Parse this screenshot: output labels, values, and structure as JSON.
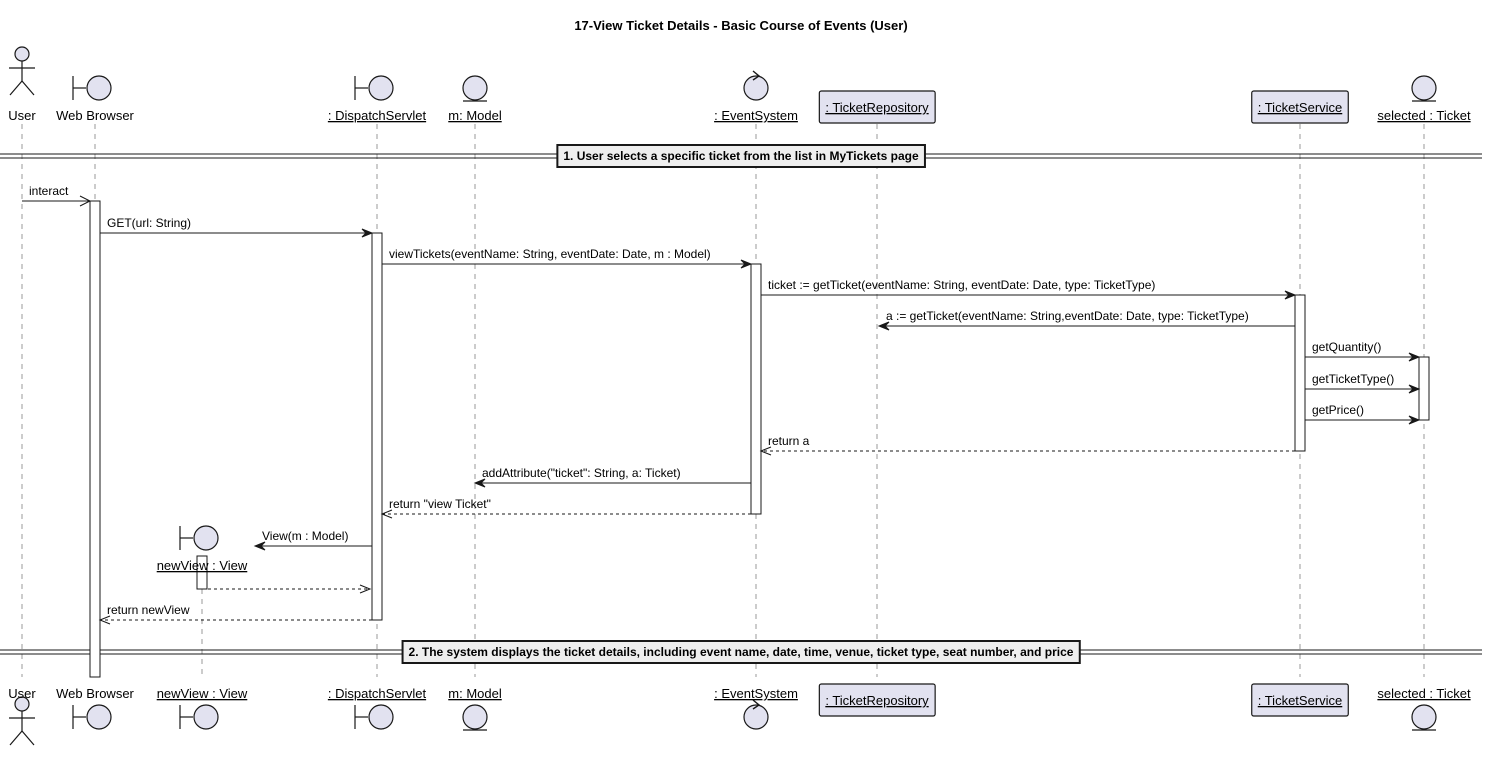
{
  "title": "17-View Ticket Details - Basic Course of Events (User)",
  "participants": [
    {
      "id": "user",
      "label": "User",
      "kind": "actor",
      "underline": false
    },
    {
      "id": "browser",
      "label": "Web Browser",
      "kind": "boundary",
      "underline": false
    },
    {
      "id": "view",
      "label": "newView : View",
      "kind": "boundary",
      "underline": true
    },
    {
      "id": "dispatch",
      "label": ": DispatchServlet",
      "kind": "boundary",
      "underline": true
    },
    {
      "id": "model",
      "label": "m: Model",
      "kind": "entity",
      "underline": true
    },
    {
      "id": "eventsys",
      "label": ": EventSystem",
      "kind": "control",
      "underline": true
    },
    {
      "id": "repo",
      "label": ": TicketRepository",
      "kind": "participant",
      "underline": true
    },
    {
      "id": "service",
      "label": ": TicketService",
      "kind": "participant",
      "underline": true
    },
    {
      "id": "ticket",
      "label": "selected : Ticket",
      "kind": "entity",
      "underline": true
    }
  ],
  "separators": [
    {
      "label": "1. User selects a specific ticket from the list in MyTickets page"
    },
    {
      "label": "2. The system displays the ticket details, including event name, date, time, venue, ticket type, seat number, and price"
    }
  ],
  "messages": [
    {
      "from": "user",
      "to": "browser",
      "label": "interact",
      "style": "async"
    },
    {
      "from": "browser",
      "to": "dispatch",
      "label": "GET(url: String)",
      "style": "sync"
    },
    {
      "from": "dispatch",
      "to": "eventsys",
      "label": "viewTickets(eventName: String, eventDate: Date, m : Model)",
      "style": "sync"
    },
    {
      "from": "eventsys",
      "to": "service",
      "label": "ticket := getTicket(eventName: String, eventDate: Date, type: TicketType)",
      "style": "sync"
    },
    {
      "from": "service",
      "to": "repo",
      "label": "a := getTicket(eventName: String,eventDate: Date, type: TicketType)",
      "style": "sync"
    },
    {
      "from": "service",
      "to": "ticket",
      "label": "getQuantity()",
      "style": "sync"
    },
    {
      "from": "service",
      "to": "ticket",
      "label": "getTicketType()",
      "style": "sync"
    },
    {
      "from": "service",
      "to": "ticket",
      "label": "getPrice()",
      "style": "sync"
    },
    {
      "from": "service",
      "to": "eventsys",
      "label": "return a",
      "style": "return"
    },
    {
      "from": "eventsys",
      "to": "model",
      "label": "addAttribute(\"ticket\": String, a: Ticket)",
      "style": "sync"
    },
    {
      "from": "eventsys",
      "to": "dispatch",
      "label": "return \"view Ticket\"",
      "style": "return"
    },
    {
      "from": "dispatch",
      "to": "view",
      "label": "View(m : Model)",
      "style": "create"
    },
    {
      "from": "view",
      "to": "dispatch",
      "label": "",
      "style": "return"
    },
    {
      "from": "dispatch",
      "to": "browser",
      "label": "return newView",
      "style": "return"
    }
  ]
}
